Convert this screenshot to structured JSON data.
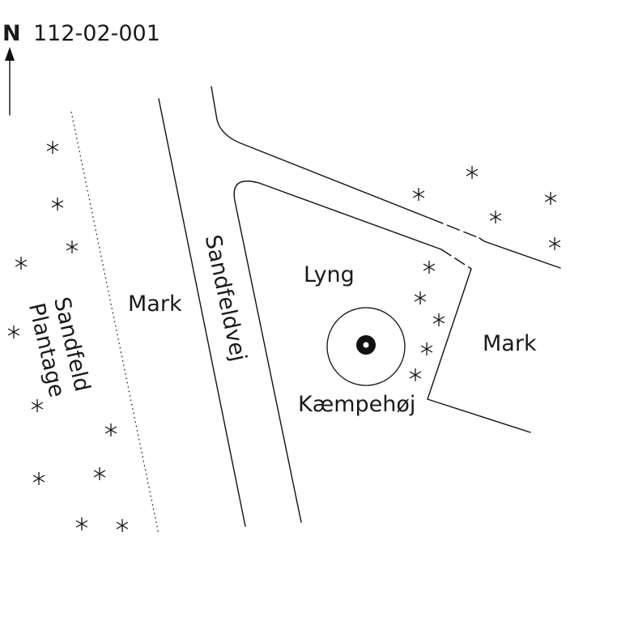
{
  "map": {
    "north_label": "N",
    "id_label": "112-02-001",
    "labels": {
      "sandfeld_line1": "Sandfeld",
      "sandfeld_line2": "Plantage",
      "mark_left": "Mark",
      "road": "Sandfeldvej",
      "lyng": "Lyng",
      "mark_right": "Mark",
      "monument": "Kæmpehøj"
    },
    "symbols": {
      "tree": "asterisk-tree-icon",
      "monument": "burial-mound-icon",
      "north": "north-arrow-icon"
    },
    "colors": {
      "ink": "#111111",
      "background": "#ffffff"
    }
  }
}
